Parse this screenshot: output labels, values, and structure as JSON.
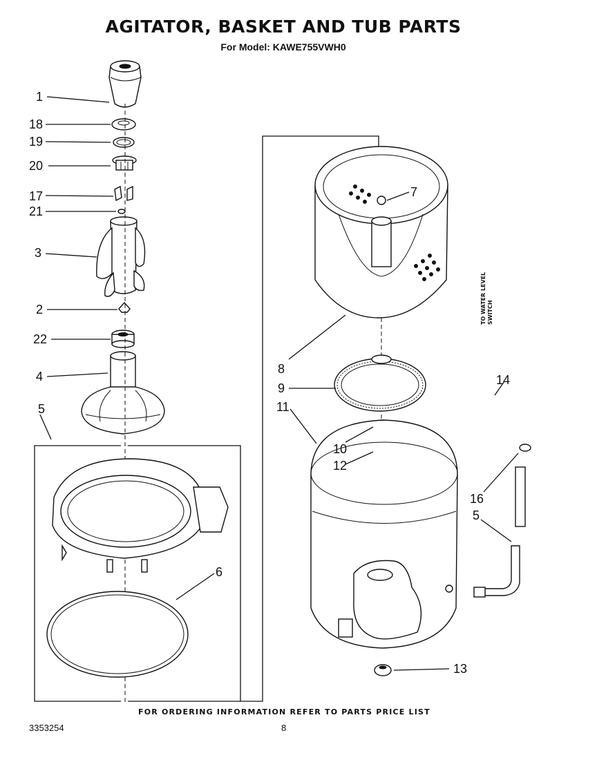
{
  "header": {
    "title": "AGITATOR, BASKET AND TUB PARTS",
    "subtitle": "For Model: KAWE755VWH0"
  },
  "callouts": {
    "c1": "1",
    "c18": "18",
    "c19": "19",
    "c20": "20",
    "c17": "17",
    "c21": "21",
    "c3": "3",
    "c2": "2",
    "c22": "22",
    "c4": "4",
    "c5a": "5",
    "c6": "6",
    "c7": "7",
    "c8": "8",
    "c9": "9",
    "c11": "11",
    "c10": "10",
    "c12": "12",
    "c14": "14",
    "c16": "16",
    "c5b": "5",
    "c13": "13"
  },
  "side_label": {
    "line1": "TO WATER LEVEL",
    "line2": "SWITCH"
  },
  "footer": {
    "ordering": "FOR ORDERING INFORMATION REFER TO PARTS PRICE LIST",
    "doc_number": "3353254",
    "page_number": "8"
  }
}
